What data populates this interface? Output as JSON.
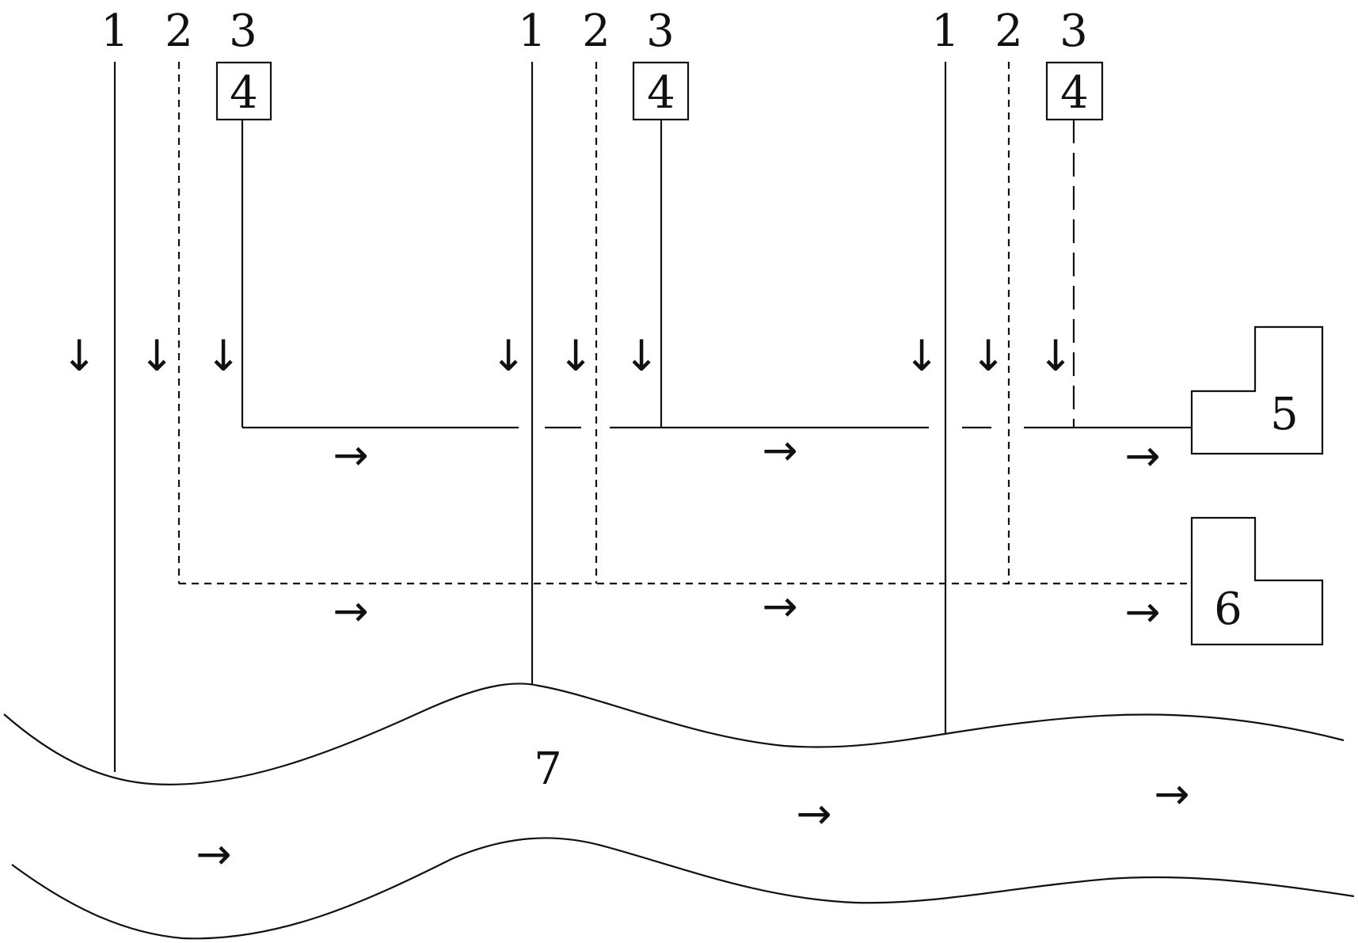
{
  "diagram": {
    "labels": {
      "line1": "1",
      "line2": "2",
      "line3": "3",
      "box4": "4",
      "tank5": "5",
      "tank6": "6",
      "river7": "7"
    },
    "arrow_down": "↓",
    "arrow_right": "→",
    "colors": {
      "stroke": "#111111",
      "background": "#ffffff"
    }
  }
}
